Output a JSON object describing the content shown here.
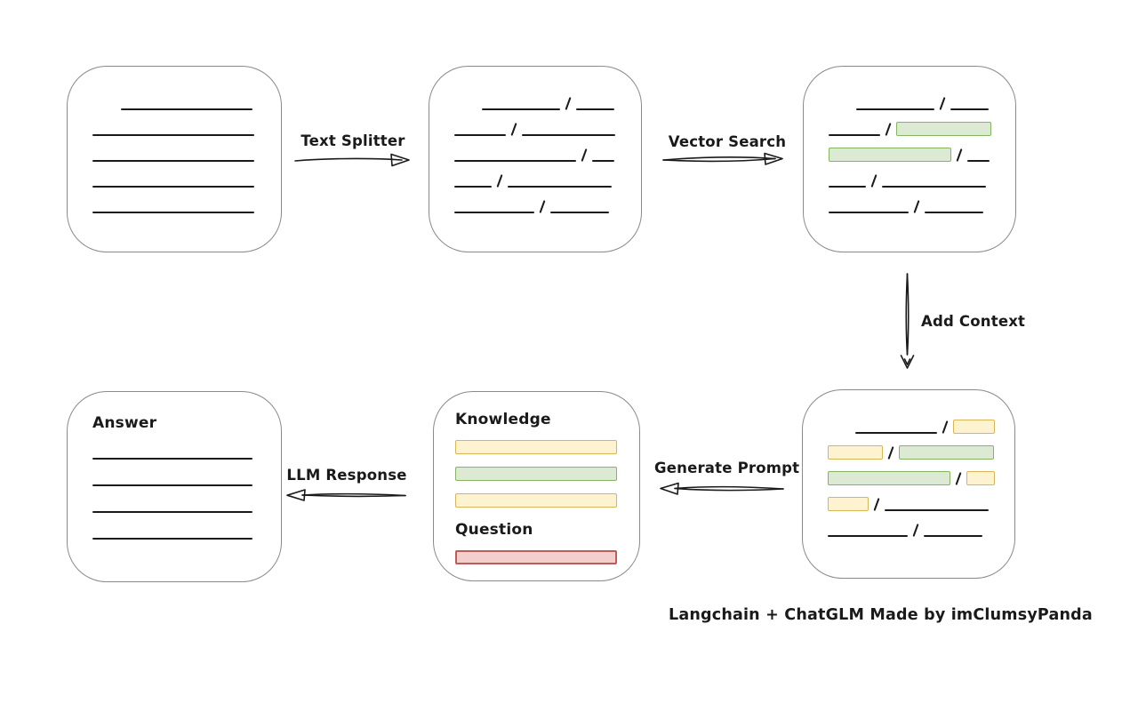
{
  "caption": "Langchain + ChatGLM Made by imClumsyPanda",
  "labels": {
    "text_splitter": "Text Splitter",
    "vector_search": "Vector Search",
    "add_context": "Add Context",
    "generate_prompt": "Generate Prompt",
    "llm_response": "LLM Response"
  },
  "colors": {
    "ink": "#1a1a1a",
    "box_border": "#8a8a8a",
    "green_fill": "#dcead3",
    "green_border": "#85b464",
    "yellow_fill": "#fdf3d1",
    "yellow_border": "#d6b656",
    "red_fill": "#f2cecc",
    "red_border": "#bf5b58"
  },
  "boxes": {
    "document": {
      "rows": [
        [
          {
            "t": "space",
            "w": 32
          },
          {
            "t": "line",
            "w": 148
          }
        ],
        [
          {
            "t": "line",
            "w": 182
          }
        ],
        [
          {
            "t": "line",
            "w": 182
          }
        ],
        [
          {
            "t": "line",
            "w": 182
          }
        ],
        [
          {
            "t": "line",
            "w": 182
          }
        ]
      ]
    },
    "chunks": {
      "rows": [
        [
          {
            "t": "space",
            "w": 31
          },
          {
            "t": "line",
            "w": 88
          },
          {
            "t": "slash"
          },
          {
            "t": "line",
            "w": 43
          }
        ],
        [
          {
            "t": "line",
            "w": 58
          },
          {
            "t": "slash"
          },
          {
            "t": "line",
            "w": 105
          }
        ],
        [
          {
            "t": "line",
            "w": 137
          },
          {
            "t": "slash"
          },
          {
            "t": "line",
            "w": 25
          }
        ],
        [
          {
            "t": "line",
            "w": 42
          },
          {
            "t": "slash"
          },
          {
            "t": "line",
            "w": 117
          }
        ],
        [
          {
            "t": "line",
            "w": 90
          },
          {
            "t": "slash"
          },
          {
            "t": "line",
            "w": 66
          }
        ]
      ]
    },
    "matched": {
      "rows": [
        [
          {
            "t": "space",
            "w": 31
          },
          {
            "t": "line",
            "w": 88
          },
          {
            "t": "slash"
          },
          {
            "t": "line",
            "w": 43
          }
        ],
        [
          {
            "t": "line",
            "w": 58
          },
          {
            "t": "slash"
          },
          {
            "t": "green",
            "w": 107
          }
        ],
        [
          {
            "t": "green",
            "w": 138
          },
          {
            "t": "slash"
          },
          {
            "t": "line",
            "w": 25
          }
        ],
        [
          {
            "t": "line",
            "w": 42
          },
          {
            "t": "slash"
          },
          {
            "t": "line",
            "w": 117
          }
        ],
        [
          {
            "t": "line",
            "w": 90
          },
          {
            "t": "slash"
          },
          {
            "t": "line",
            "w": 66
          }
        ]
      ]
    },
    "context": {
      "rows": [
        [
          {
            "t": "space",
            "w": 31
          },
          {
            "t": "line",
            "w": 92
          },
          {
            "t": "slash"
          },
          {
            "t": "yellow",
            "w": 47
          }
        ],
        [
          {
            "t": "yellow",
            "w": 62
          },
          {
            "t": "slash"
          },
          {
            "t": "green",
            "w": 107
          }
        ],
        [
          {
            "t": "green",
            "w": 138
          },
          {
            "t": "slash"
          },
          {
            "t": "yellow",
            "w": 32
          }
        ],
        [
          {
            "t": "yellow",
            "w": 46
          },
          {
            "t": "slash"
          },
          {
            "t": "line",
            "w": 117
          }
        ],
        [
          {
            "t": "line",
            "w": 90
          },
          {
            "t": "slash"
          },
          {
            "t": "line",
            "w": 66
          }
        ]
      ]
    },
    "prompt": {
      "sections": [
        {
          "label": "Knowledge",
          "bars": [
            "yellow",
            "green",
            "yellow"
          ]
        },
        {
          "label": "Question",
          "bars": [
            "red"
          ]
        }
      ]
    },
    "answer": {
      "label": "Answer",
      "rows": [
        [
          {
            "t": "line",
            "w": 180
          }
        ],
        [
          {
            "t": "line",
            "w": 180
          }
        ],
        [
          {
            "t": "line",
            "w": 180
          }
        ],
        [
          {
            "t": "line",
            "w": 180
          }
        ]
      ]
    }
  }
}
